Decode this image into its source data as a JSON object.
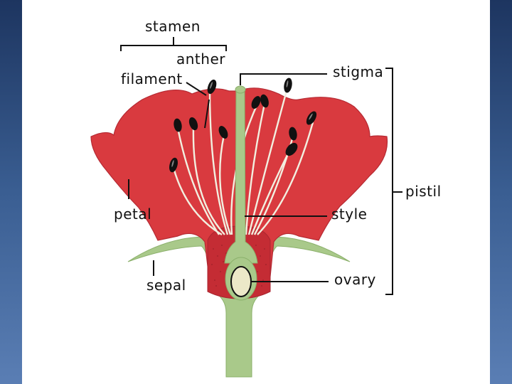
{
  "colors": {
    "petal": "#d93a3f",
    "petal_dark": "#b52a33",
    "green": "#a9c98a",
    "green_dark": "#8bb06b",
    "anther": "#111111",
    "ovule": "#ece8c8",
    "line": "#111111",
    "background": "#ffffff",
    "frame": "#2f4f82"
  },
  "labels": {
    "stamen": "stamen",
    "anther": "anther",
    "filament": "filament",
    "stigma": "stigma",
    "pistil": "pistil",
    "petal": "petal",
    "style": "style",
    "sepal": "sepal",
    "ovary": "ovary"
  }
}
